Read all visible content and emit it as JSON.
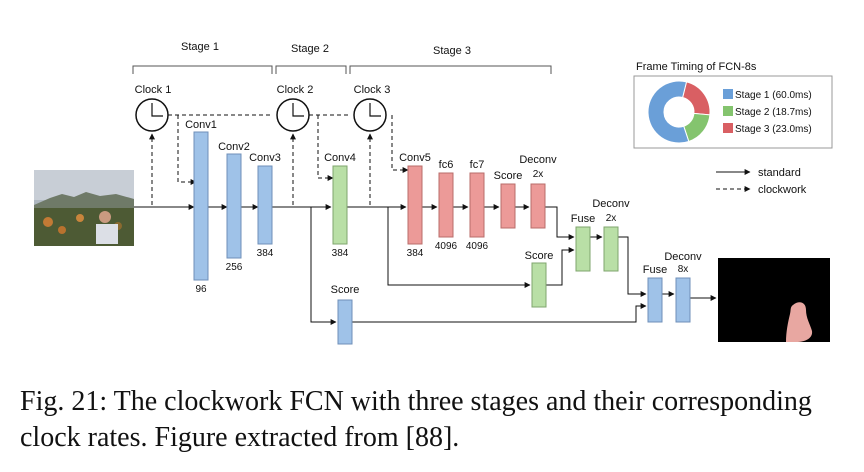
{
  "stages": {
    "s1": "Stage 1",
    "s2": "Stage 2",
    "s3": "Stage 3"
  },
  "clocks": {
    "c1": "Clock 1",
    "c2": "Clock 2",
    "c3": "Clock 3"
  },
  "layers": {
    "conv1": {
      "name": "Conv1",
      "size": "96"
    },
    "conv2": {
      "name": "Conv2",
      "size": "256"
    },
    "conv3": {
      "name": "Conv3",
      "size": "384"
    },
    "conv4": {
      "name": "Conv4",
      "size": "384"
    },
    "conv5": {
      "name": "Conv5",
      "size": "384"
    },
    "fc6": {
      "name": "fc6",
      "size": "4096"
    },
    "fc7": {
      "name": "fc7",
      "size": "4096"
    },
    "score_top": "Score",
    "deconv1": {
      "name": "Deconv",
      "factor": "2x"
    },
    "fuse1": "Fuse",
    "deconv2": {
      "name": "Deconv",
      "factor": "2x"
    },
    "score_mid": "Score",
    "score_low": "Score",
    "fuse2": "Fuse",
    "deconv3": {
      "name": "Deconv",
      "factor": "8x"
    }
  },
  "legend": {
    "standard": "standard",
    "clockwork": "clockwork"
  },
  "timing": {
    "title": "Frame Timing of FCN-8s",
    "slices": [
      {
        "label": "Stage 1 (60.0ms)",
        "value": 60.0,
        "color": "#6a9fd8"
      },
      {
        "label": "Stage 2 (18.7ms)",
        "value": 18.7,
        "color": "#84c46e"
      },
      {
        "label": "Stage 3 (23.0ms)",
        "value": 23.0,
        "color": "#d95f63"
      }
    ]
  },
  "colors": {
    "blue": "#9fc2e8",
    "blue_stroke": "#6f8fb8",
    "green": "#b9dfa6",
    "green_stroke": "#7fa56d",
    "red": "#ec9a98",
    "red_stroke": "#b86c6a"
  },
  "caption": "Fig. 21: The clockwork FCN with three stages and their corresponding clock rates. Figure extracted from [88]."
}
